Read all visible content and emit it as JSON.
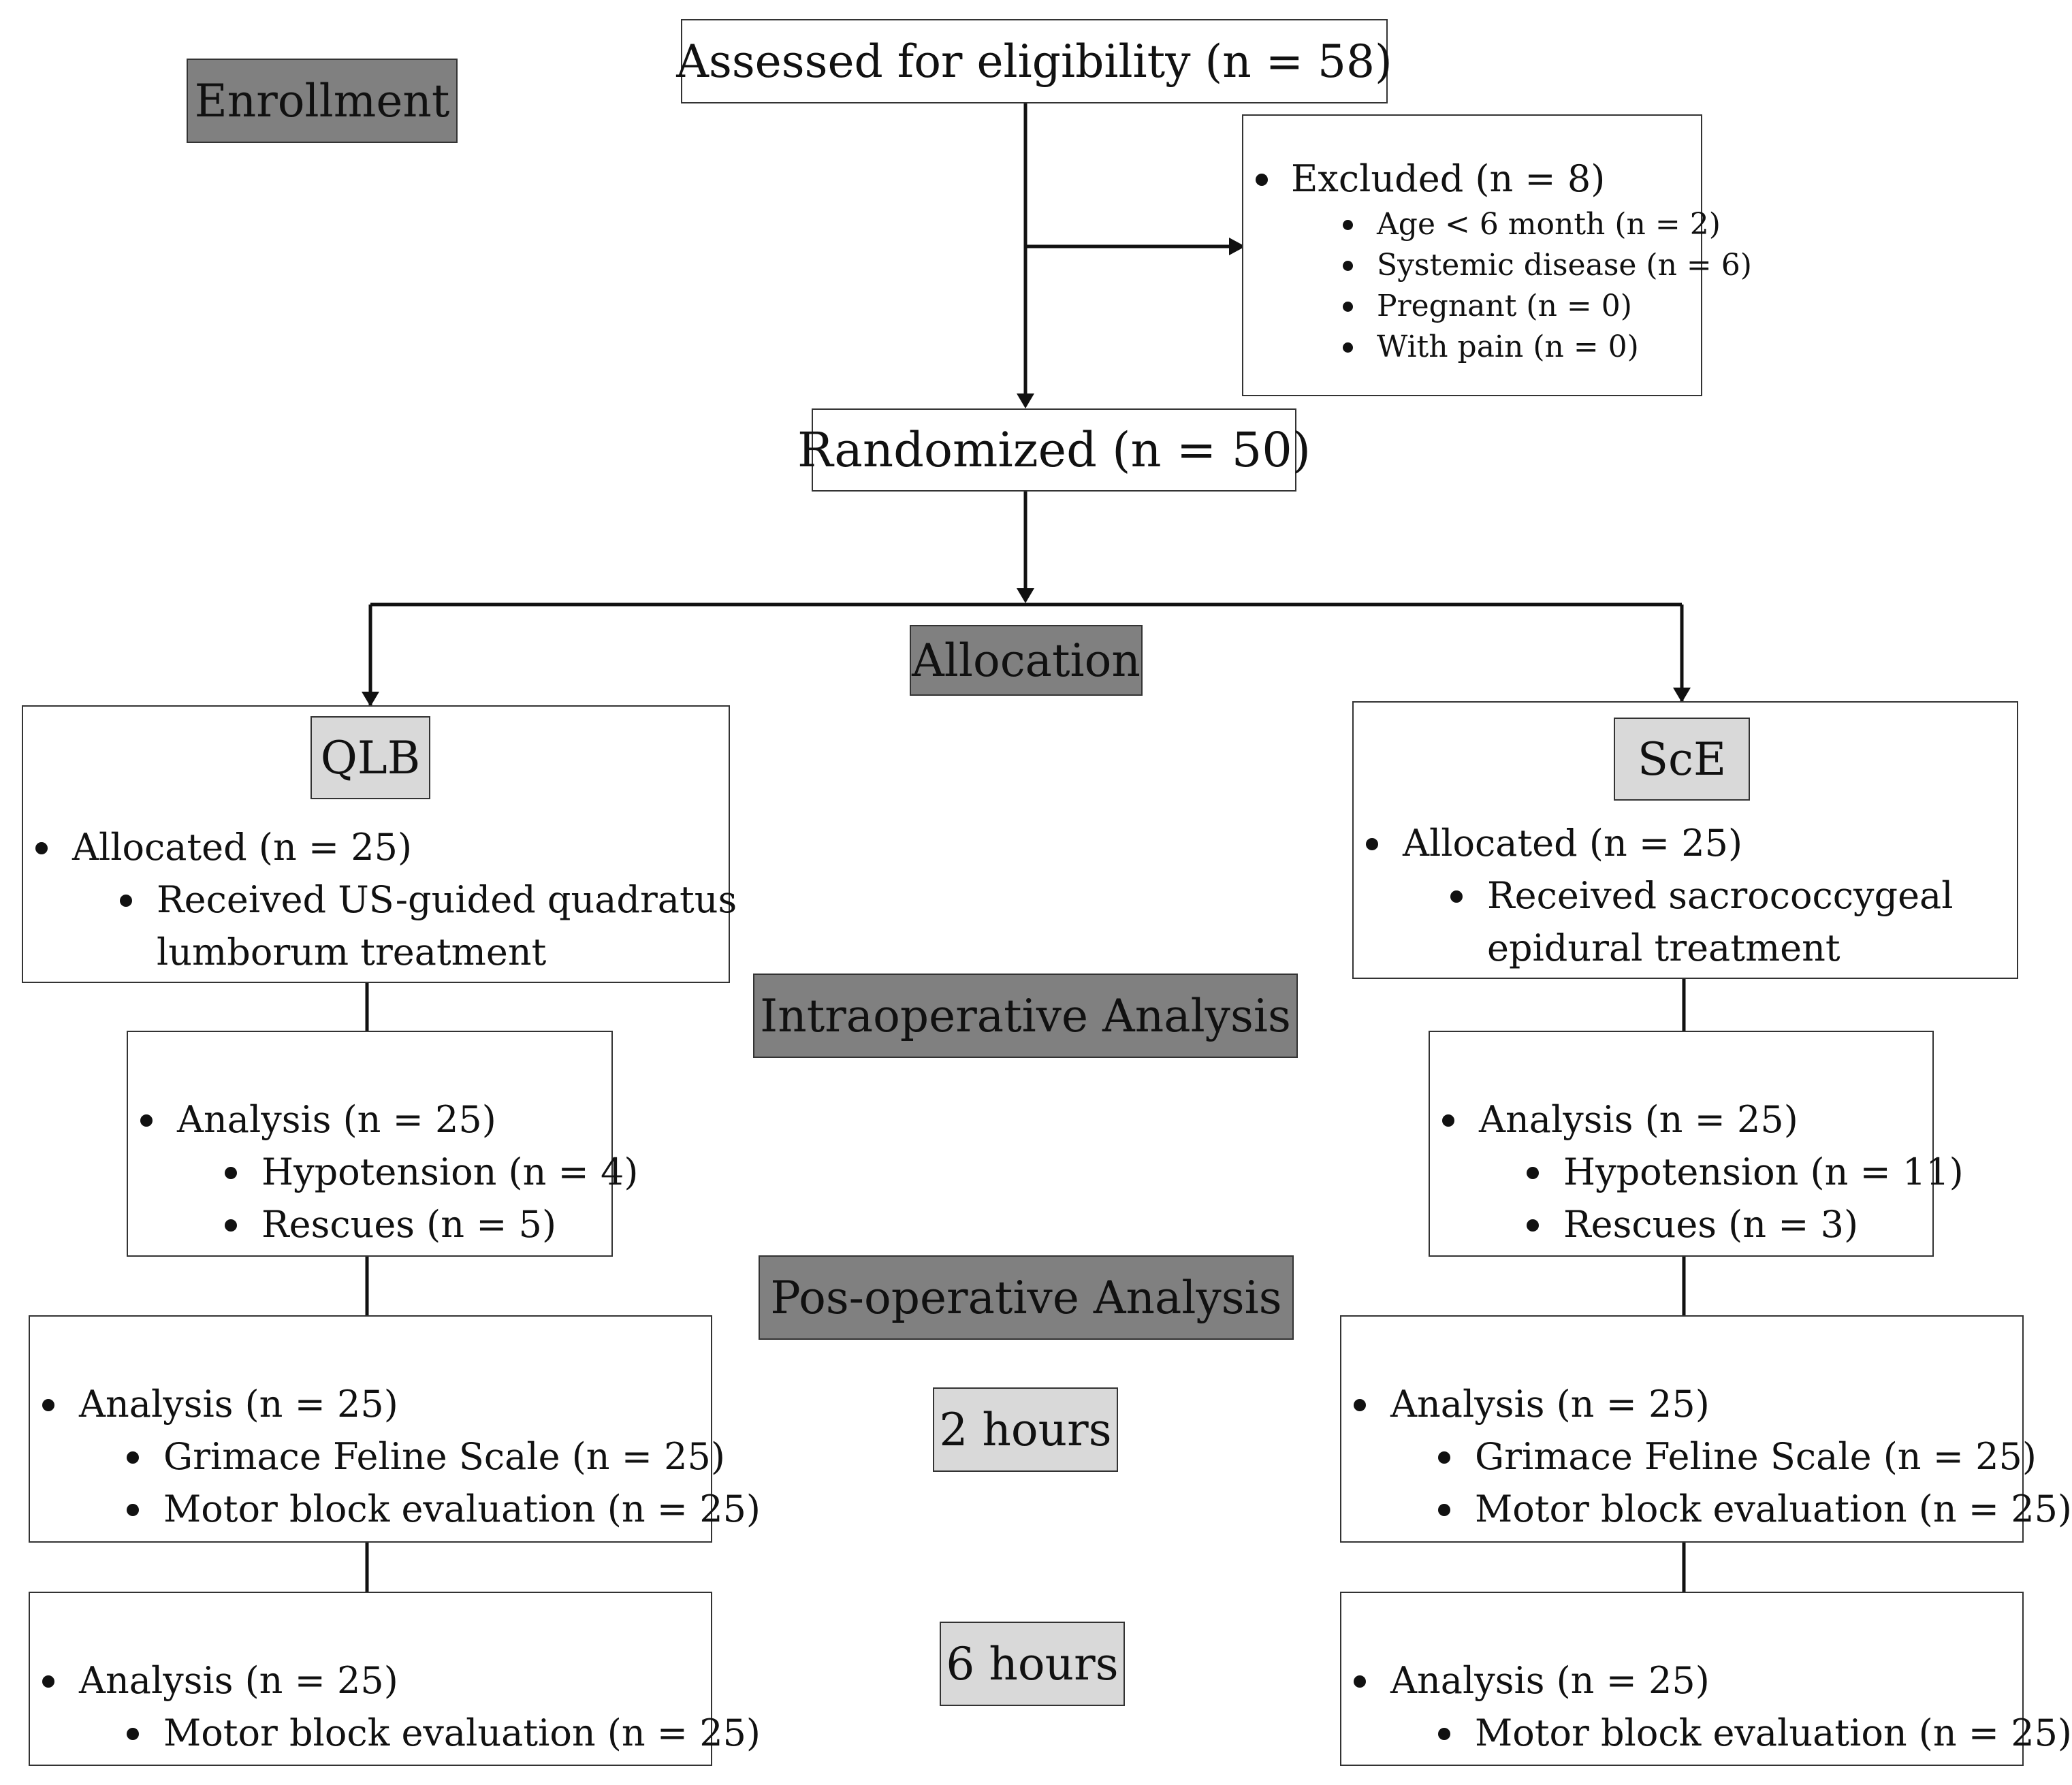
{
  "phases": {
    "enrollment": "Enrollment",
    "allocation": "Allocation",
    "intraoperative": "Intraoperative Analysis",
    "postoperative": "Pos-operative Analysis",
    "two_hours": "2 hours",
    "six_hours": "6 hours"
  },
  "assessed": "Assessed for eligibility (n = 58)",
  "excluded": {
    "title": "Excluded (n = 8)",
    "reasons": [
      "Age < 6 month (n = 2)",
      "Systemic disease (n = 6)",
      "Pregnant (n = 0)",
      "With pain (n = 0)"
    ]
  },
  "randomized": "Randomized (n = 50)",
  "groups": {
    "qlb": {
      "name": "QLB",
      "allocated": "Allocated (n = 25)",
      "received_line1": "Received US-guided quadratus",
      "received_line2": "lumborum treatment",
      "intra": {
        "analysis": "Analysis (n = 25)",
        "hypotension": "Hypotension (n = 4)",
        "rescues": "Rescues (n = 5)"
      },
      "post2h": {
        "analysis": "Analysis (n = 25)",
        "grimace": "Grimace Feline Scale (n = 25)",
        "motor": "Motor block evaluation (n = 25)"
      },
      "post6h": {
        "analysis": "Analysis (n = 25)",
        "motor": "Motor block evaluation (n = 25)"
      }
    },
    "sce": {
      "name": "ScE",
      "allocated": "Allocated (n = 25)",
      "received_line1": "Received sacrococcygeal",
      "received_line2": "epidural treatment",
      "intra": {
        "analysis": "Analysis (n = 25)",
        "hypotension": "Hypotension (n = 11)",
        "rescues": "Rescues (n = 3)"
      },
      "post2h": {
        "analysis": "Analysis (n = 25)",
        "grimace": "Grimace Feline Scale (n = 25)",
        "motor": "Motor block evaluation (n = 25)"
      },
      "post6h": {
        "analysis": "Analysis (n = 25)",
        "motor": "Motor block evaluation (n = 25)"
      }
    }
  }
}
